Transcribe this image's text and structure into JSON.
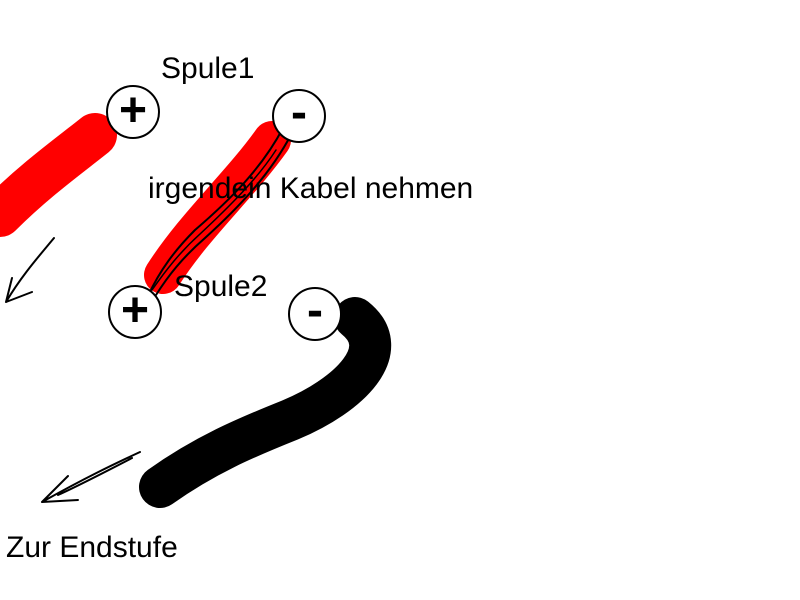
{
  "labels": {
    "coil1": "Spule1",
    "coil2": "Spule2",
    "note": "irgendein Kabel nehmen",
    "destination": "Zur Endstufe"
  },
  "terminals": {
    "coil1_plus": "+",
    "coil1_minus": "-",
    "coil2_plus": "+",
    "coil2_minus": "-"
  },
  "colors": {
    "red_wire": "#ff0000",
    "black_wire": "#000000",
    "background": "#ffffff"
  }
}
